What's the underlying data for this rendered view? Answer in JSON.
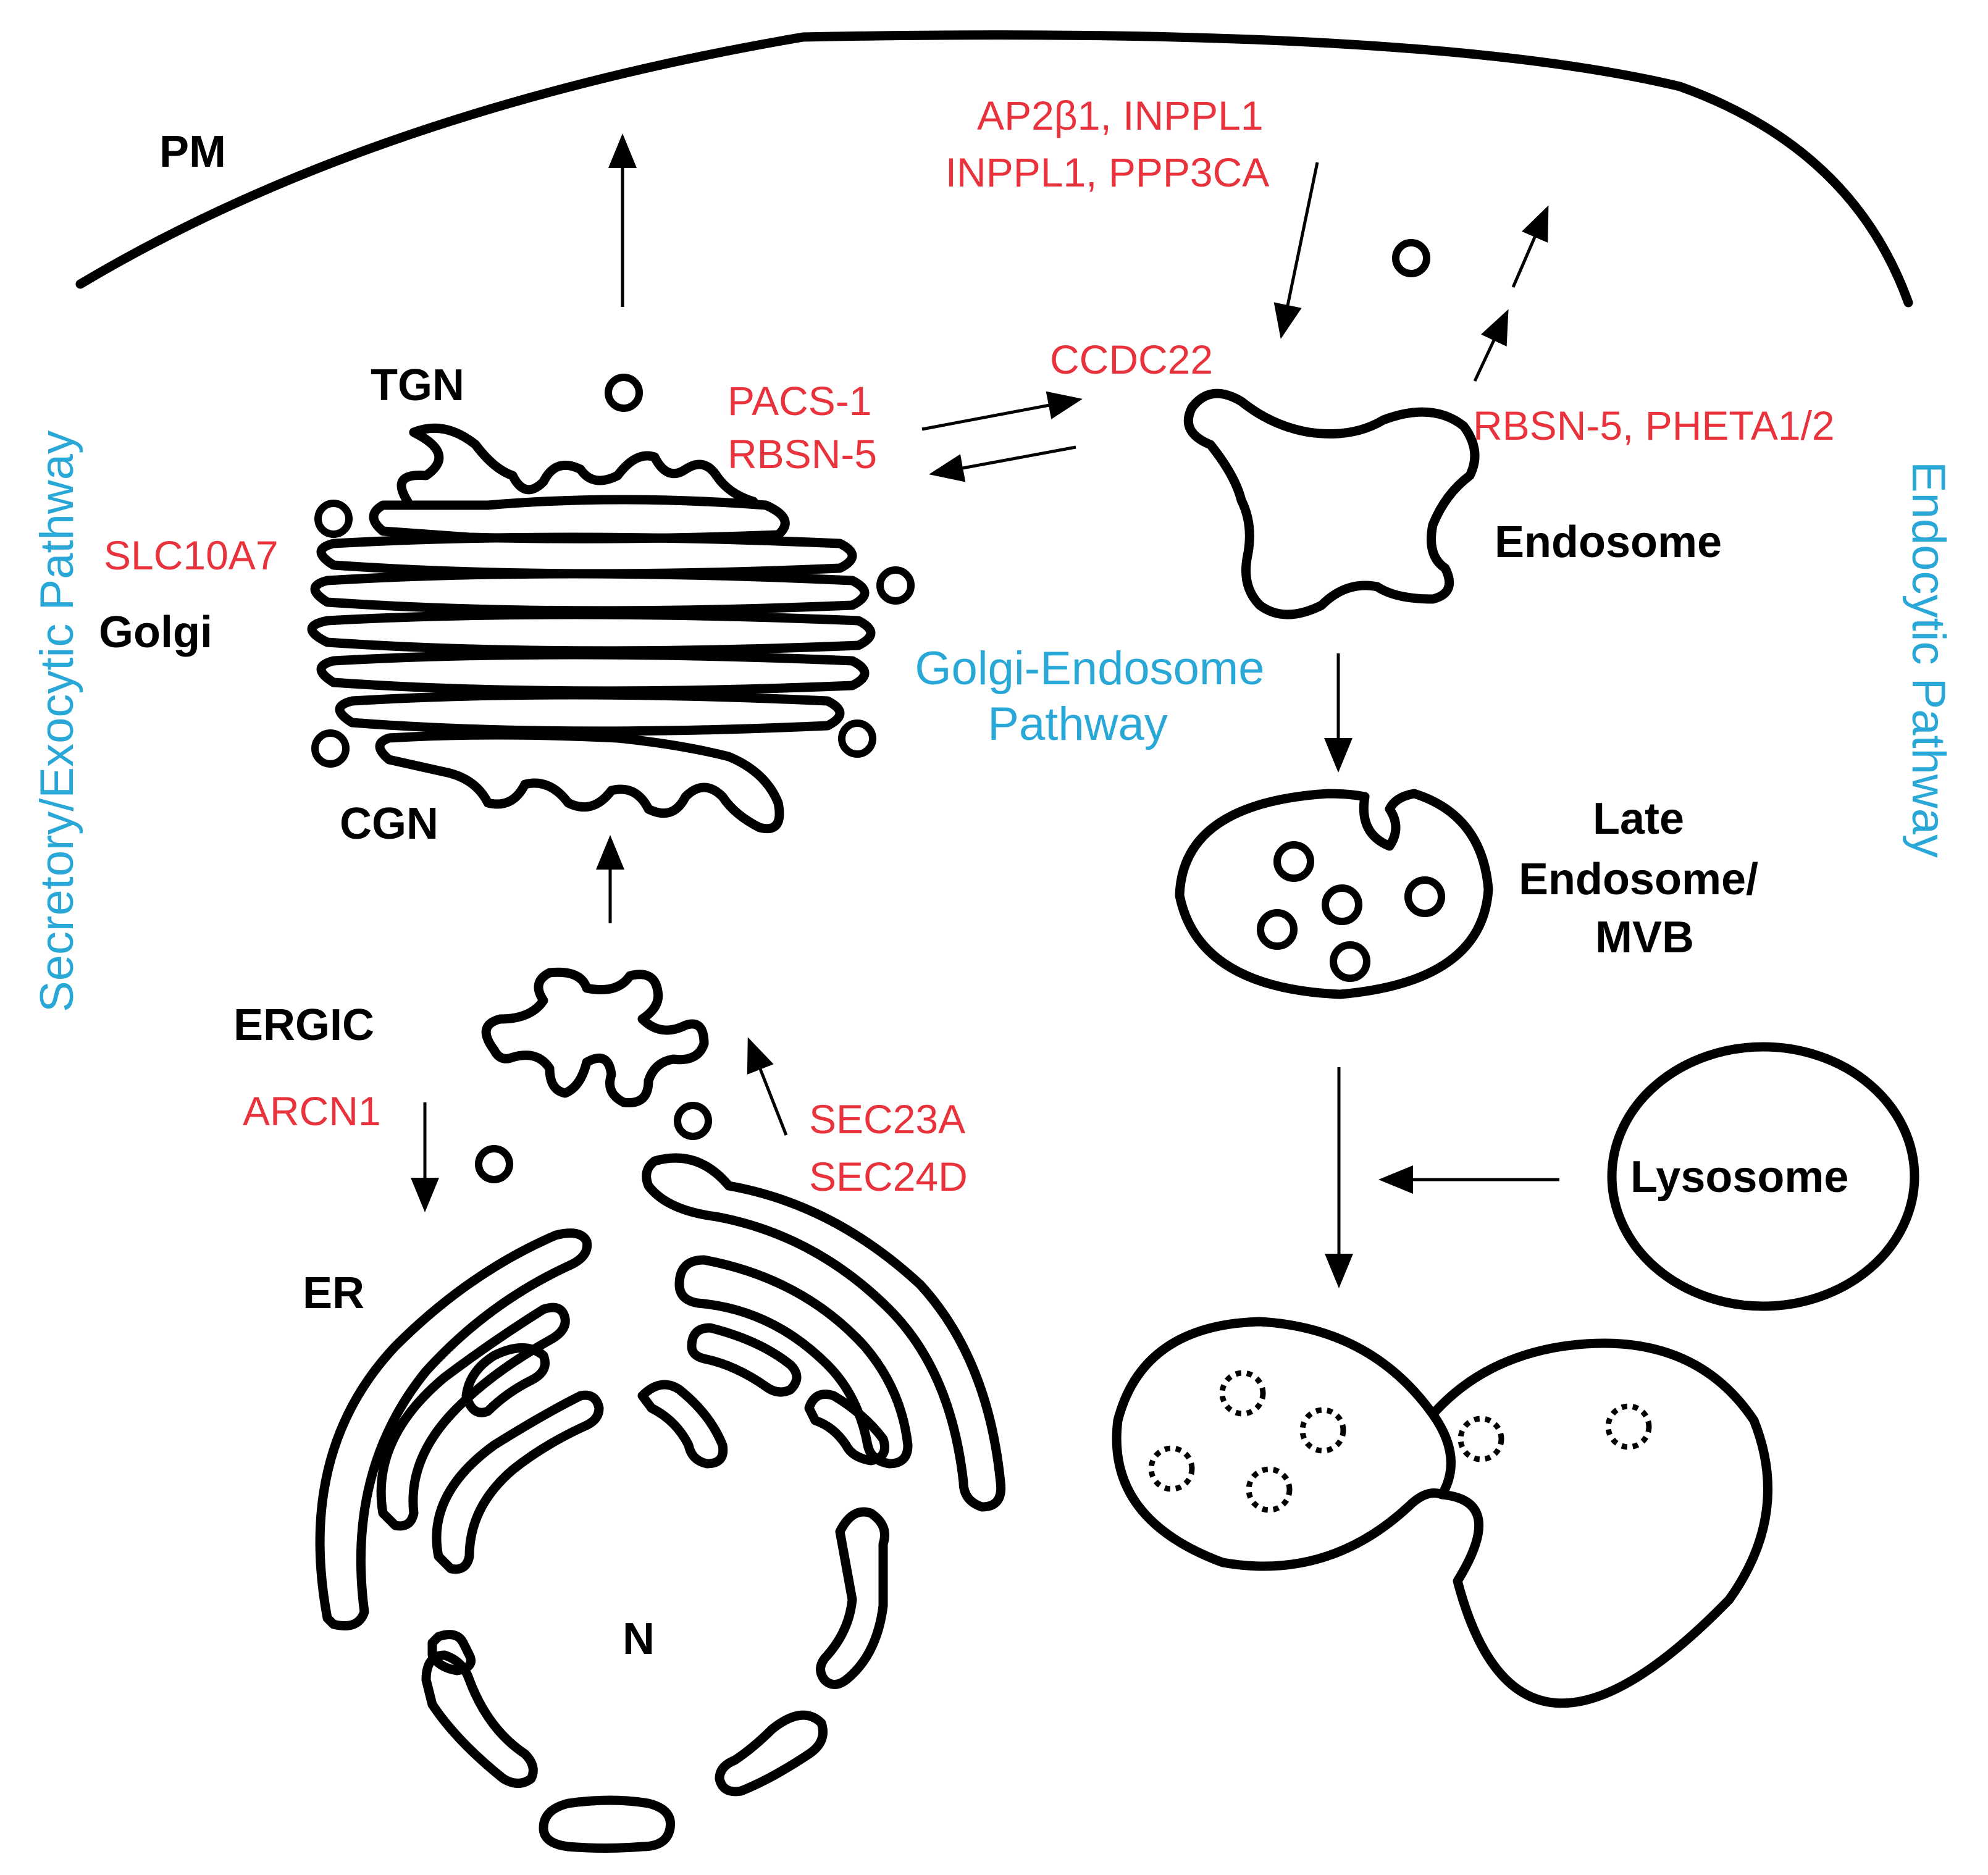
{
  "compartments": {
    "pm": "PM",
    "tgn": "TGN",
    "golgi": "Golgi",
    "cgn": "CGN",
    "ergic": "ERGIC",
    "er": "ER",
    "nucleus": "N",
    "endosome": "Endosome",
    "late_endosome": [
      "Late",
      "Endosome/",
      "MVB"
    ],
    "lysosome": "Lysosome"
  },
  "proteins": {
    "endocytosis": [
      "AP2β1, INPPL1",
      "INPPL1, PPP3CA"
    ],
    "golgi_endosome": [
      "PACS-1",
      "RBSN-5"
    ],
    "ccdc22": "CCDC22",
    "recycling": "RBSN-5, PHETA1/2",
    "golgi": "SLC10A7",
    "retrograde": "ARCN1",
    "anterograde": [
      "SEC23A",
      "SEC24D"
    ]
  },
  "pathways": {
    "secretory": "Secretory/Exocytic Pathway",
    "golgi_endosome": [
      "Golgi-Endosome",
      "Pathway"
    ],
    "endocytic": "Endocytic Pathway"
  },
  "colors": {
    "compartment_label": "#000000",
    "protein_label": "#e8323c",
    "pathway_label": "#29a8d8"
  }
}
